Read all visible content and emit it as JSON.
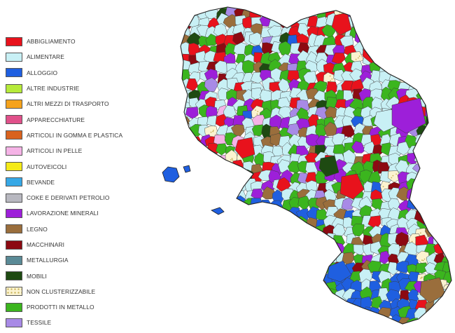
{
  "legend": {
    "items": [
      {
        "label": "ABBIGLIAMENTO",
        "color": "#e8121c"
      },
      {
        "label": "ALIMENTARE",
        "color": "#c8f0f5"
      },
      {
        "label": "ALLOGGIO",
        "color": "#1f5fe0"
      },
      {
        "label": "ALTRE INDUSTRIE",
        "color": "#b6ea3a"
      },
      {
        "label": "ALTRI MEZZI DI TRASPORTO",
        "color": "#f5a21c"
      },
      {
        "label": "APPARECCHIATURE",
        "color": "#e0508a"
      },
      {
        "label": "ARTICOLI IN GOMMA E PLASTICA",
        "color": "#d9621e"
      },
      {
        "label": "ARTICOLI IN PELLE",
        "color": "#f5b3e6"
      },
      {
        "label": "AUTOVEICOLI",
        "color": "#f5ea18"
      },
      {
        "label": "BEVANDE",
        "color": "#36a8e6"
      },
      {
        "label": "COKE E DERIVATI PETROLIO",
        "color": "#b8b8c0"
      },
      {
        "label": "LAVORAZIONE MINERALI",
        "color": "#9d1fd9"
      },
      {
        "label": "LEGNO",
        "color": "#9a6e3c"
      },
      {
        "label": "MACCHINARI",
        "color": "#8c0a12"
      },
      {
        "label": "METALLURGIA",
        "color": "#5a8a96"
      },
      {
        "label": "MOBILI",
        "color": "#1e4a12"
      },
      {
        "label": "NON CLUSTERIZZABILE",
        "color": "#fbf3d0",
        "pattern": "dots"
      },
      {
        "label": "PRODOTTI IN METALLO",
        "color": "#3bb51e"
      },
      {
        "label": "TESSILE",
        "color": "#a88ae6"
      }
    ]
  },
  "map": {
    "region_outline_color": "#222222"
  }
}
